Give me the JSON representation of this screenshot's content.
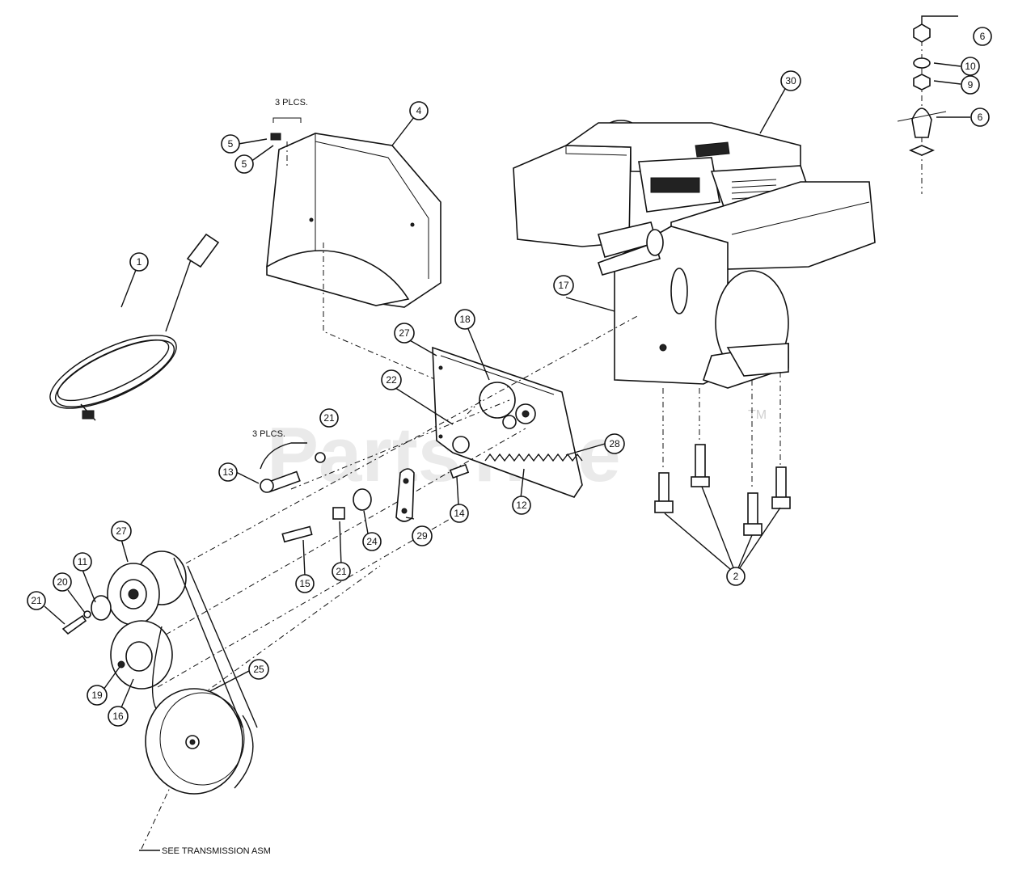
{
  "watermark": {
    "brand": "PartsTree",
    "trademark": "TM"
  },
  "notes": {
    "plcs_top": "3 PLCS.",
    "plcs_left": "3 PLCS.",
    "see_transmission": "SEE TRANSMISSION ASM"
  },
  "callouts": [
    {
      "id": "c-6a",
      "label": "6"
    },
    {
      "id": "c-10",
      "label": "10"
    },
    {
      "id": "c-9",
      "label": "9"
    },
    {
      "id": "c-6b",
      "label": "6"
    },
    {
      "id": "c-30",
      "label": "30"
    },
    {
      "id": "c-4",
      "label": "4"
    },
    {
      "id": "c-5a",
      "label": "5"
    },
    {
      "id": "c-5b",
      "label": "5"
    },
    {
      "id": "c-1",
      "label": "1"
    },
    {
      "id": "c-17",
      "label": "17"
    },
    {
      "id": "c-27a",
      "label": "27"
    },
    {
      "id": "c-18",
      "label": "18"
    },
    {
      "id": "c-22",
      "label": "22"
    },
    {
      "id": "c-21a",
      "label": "21"
    },
    {
      "id": "c-13a",
      "label": "13"
    },
    {
      "id": "c-28",
      "label": "28"
    },
    {
      "id": "c-14",
      "label": "14"
    },
    {
      "id": "c-12",
      "label": "12"
    },
    {
      "id": "c-29",
      "label": "29"
    },
    {
      "id": "c-24",
      "label": "24"
    },
    {
      "id": "c-21b",
      "label": "21"
    },
    {
      "id": "c-15",
      "label": "15"
    },
    {
      "id": "c-27b",
      "label": "27"
    },
    {
      "id": "c-11",
      "label": "11"
    },
    {
      "id": "c-20",
      "label": "20"
    },
    {
      "id": "c-21c",
      "label": "21"
    },
    {
      "id": "c-25",
      "label": "25"
    },
    {
      "id": "c-19",
      "label": "19"
    },
    {
      "id": "c-16",
      "label": "16"
    },
    {
      "id": "c-2",
      "label": "2"
    }
  ]
}
